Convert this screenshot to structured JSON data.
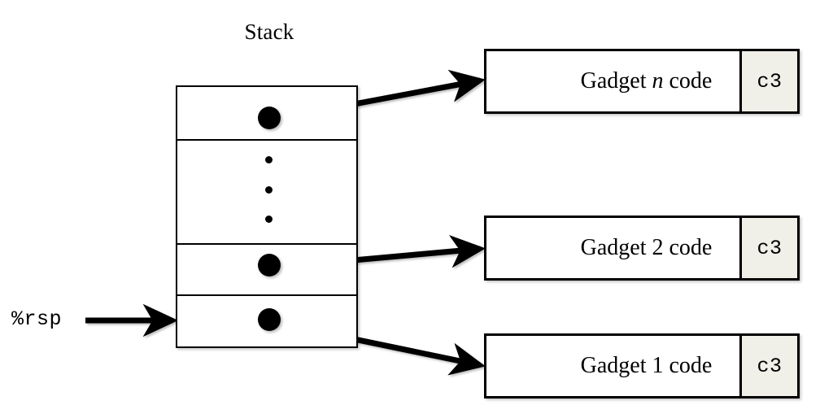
{
  "diagram": {
    "title": "Stack",
    "colors": {
      "ink": "#000000",
      "page": "#ffffff",
      "ret_cell_fill": "#f0efe8"
    },
    "stack": {
      "label": "Stack",
      "cells": [
        {
          "name": "gadget-n-pointer",
          "marker": "filled-dot",
          "target": "gadget-n"
        },
        {
          "name": "elided-entries",
          "marker": "vertical-ellipsis",
          "target": ""
        },
        {
          "name": "gadget-2-pointer",
          "marker": "filled-dot",
          "target": "gadget-2"
        },
        {
          "name": "gadget-1-pointer",
          "marker": "filled-dot",
          "target": "gadget-1"
        }
      ]
    },
    "stack_pointer": {
      "register": "%rsp",
      "points_to_cell": "gadget-1-pointer"
    },
    "gadgets": [
      {
        "id": "gadget-n",
        "code_label_prefix": "Gadget ",
        "code_label_italic": "n",
        "code_label_suffix": " code",
        "ret_byte": "c3"
      },
      {
        "id": "gadget-2",
        "code_label_prefix": "Gadget ",
        "code_label_italic": "2",
        "code_label_suffix": " code",
        "ret_byte": "c3"
      },
      {
        "id": "gadget-1",
        "code_label_prefix": "Gadget ",
        "code_label_italic": "1",
        "code_label_suffix": " code",
        "ret_byte": "c3"
      }
    ]
  }
}
